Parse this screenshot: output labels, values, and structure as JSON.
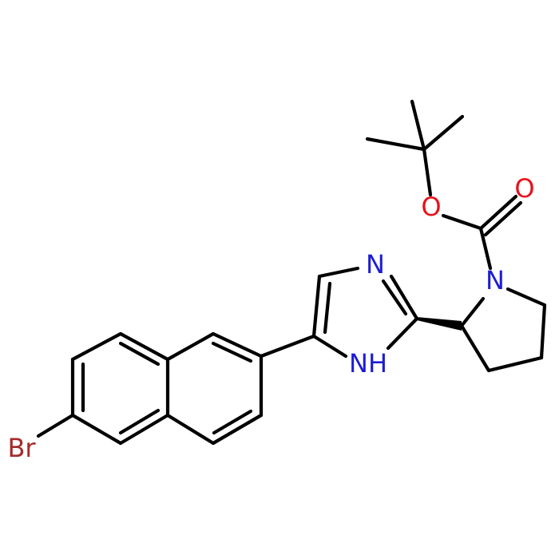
{
  "atoms": {
    "br": "Br",
    "o_ester": "O",
    "o_carbonyl": "O",
    "n_pyrrolidine": "N",
    "n_imidazole": "N",
    "nh_imidazole": "NH"
  },
  "colors": {
    "bond": "#000000",
    "oxygen": "#e8101a",
    "nitrogen": "#1c1cd6",
    "bromine": "#a52a2a"
  }
}
